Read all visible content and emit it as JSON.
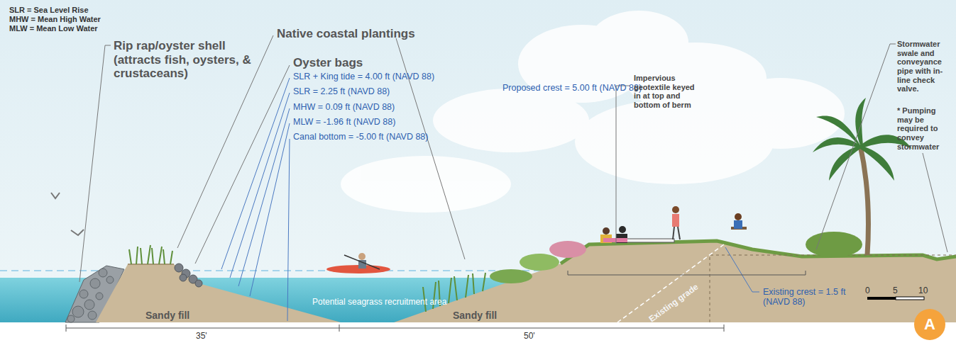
{
  "diagram": {
    "nodes": [
      {
        "text": [
          "A"
        ]
      }
    ],
    "labels": [
      "SLR = Sea Level Rise",
      "MHW = Mean High Water",
      "MLW = Mean Low Water",
      "Rip rap/oyster shell (attracts fish, oysters, & crustaceans)",
      "Native coastal plantings",
      "Oyster bags",
      "SLR + King tide = 4.00 ft (NAVD 88)",
      "SLR = 2.25 ft (NAVD 88)",
      "MHW = 0.09 ft (NAVD 88)",
      "MLW = -1.96 ft (NAVD 88)",
      "Canal bottom = -5.00 ft (NAVD 88)",
      "Proposed crest = 5.00 ft (NAVD 88)",
      "Impervious geotextile keyed in at top and bottom of berm",
      "Stormwater swale and conveyance pipe with in-line check valve.",
      "* Pumping may be required to convey stormwater",
      "Potential seagrass recruitment area",
      "Sandy fill",
      "Sandy fill",
      "Existing grade",
      "Existing crest = 1.5 ft (NAVD 88)",
      "35'",
      "50'",
      "0",
      "5",
      "10"
    ]
  }
}
